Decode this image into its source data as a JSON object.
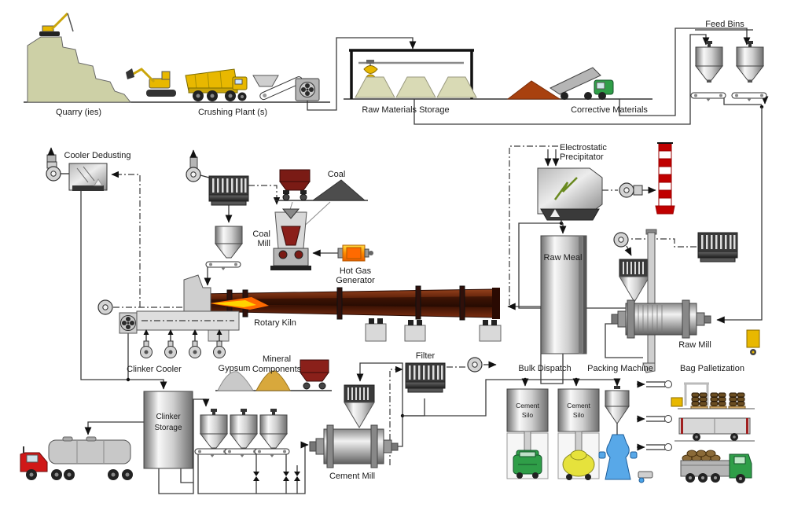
{
  "diagram": {
    "type": "process-flow",
    "subject": "Cement manufacturing process flow diagram"
  },
  "labels": {
    "quarry": "Quarry (ies)",
    "crushing_plant": "Crushing Plant (s)",
    "raw_materials_storage": "Raw Materials Storage",
    "corrective_materials": "Corrective Materials",
    "feed_bins": "Feed Bins",
    "cooler_dedusting": "Cooler Dedusting",
    "coal": "Coal",
    "coal_mill": [
      "Coal",
      "Mill"
    ],
    "hot_gas_generator": [
      "Hot Gas",
      "Generator"
    ],
    "electrostatic_precipitator": [
      "Electrostatic",
      "Precipitator"
    ],
    "raw_meal": "Raw Meal",
    "rotary_kiln": "Rotary Kiln",
    "clinker_cooler": "Clinker Cooler",
    "clinker_storage": [
      "Clinker",
      "Storage"
    ],
    "gypsum": "Gypsum",
    "mineral_components": [
      "Mineral",
      "Components"
    ],
    "filter": "Filter",
    "cement_mill": "Cement Mill",
    "bulk_dispatch": "Bulk Dispatch",
    "packing_machine": "Packing Machine",
    "bag_palletization": "Bag Palletization",
    "cement_silo_1": [
      "Cement",
      "Silo"
    ],
    "cement_silo_2": [
      "Cement",
      "Silo"
    ],
    "raw_mill": "Raw Mill"
  },
  "colors": {
    "machinery_yellow": "#e8b800",
    "hill_olive": "#cdd0a6",
    "pile_beige": "#d9dab5",
    "coal_dark": "#4d4d4d",
    "corrective_brown": "#a8410f",
    "gypsum_gray": "#c9c9c9",
    "mineral_ochre": "#d8a83c",
    "wagon_darkred": "#7a1b15",
    "flame_orange": "#ff6a00",
    "flame_yellow": "#ffd400",
    "stack_red": "#c00000",
    "truck_green": "#2f9e48",
    "tanker_yellow": "#e6e23c",
    "packer_blue": "#58a8e8",
    "truck_red": "#d01818",
    "bag_brown": "#6b4e22"
  }
}
